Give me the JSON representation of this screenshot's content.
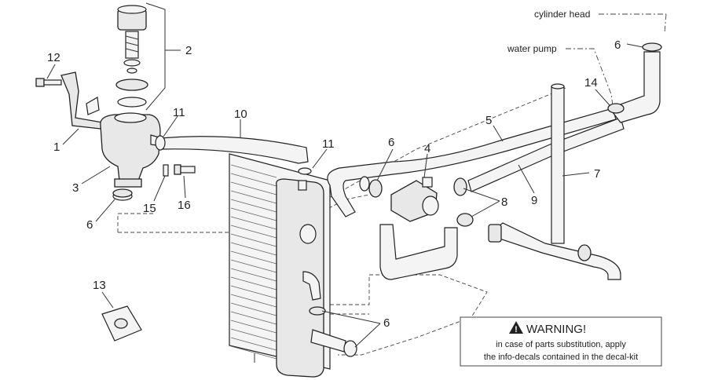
{
  "labels": {
    "l1": "1",
    "l2": "2",
    "l3": "3",
    "l4": "4",
    "l5": "5",
    "l6a": "6",
    "l6b": "6",
    "l6c": "6",
    "l6d": "6",
    "l7": "7",
    "l8": "8",
    "l9": "9",
    "l10": "10",
    "l11a": "11",
    "l11b": "11",
    "l12": "12",
    "l13": "13",
    "l14": "14",
    "l15": "15",
    "l16": "16",
    "cylinder_head": "cylinder head",
    "water_pump": "water pump"
  },
  "warning": {
    "title": "WARNING!",
    "line1": "in case of parts substitution, apply",
    "line2": "the info-decals contained in the decal-kit"
  }
}
